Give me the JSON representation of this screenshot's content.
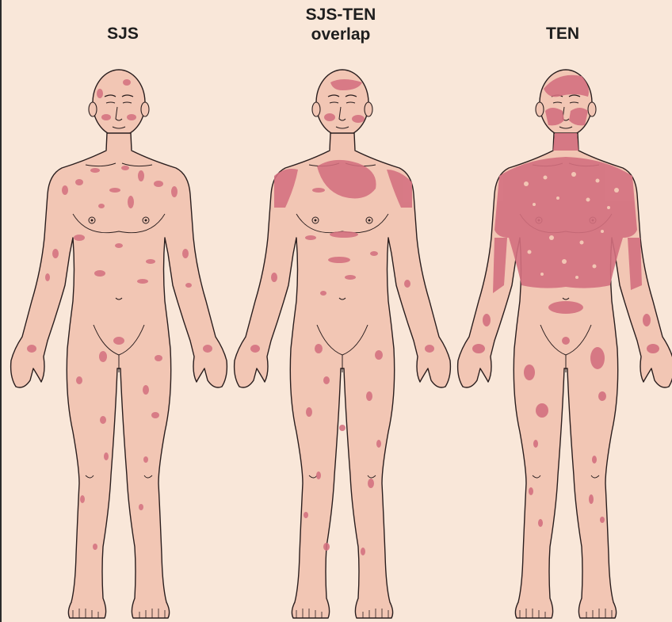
{
  "labels": {
    "sjs": "SJS",
    "overlap_line1": "SJS-TEN",
    "overlap_line2": "overlap",
    "ten": "TEN"
  },
  "colors": {
    "background": "#f9e7d9",
    "skin": "#f2c6b4",
    "outline": "#2a1e1e",
    "lesion": "#d4707f"
  },
  "figures": [
    {
      "key": "sjs",
      "lesion_coverage": "scattered small macules"
    },
    {
      "key": "overlap",
      "lesion_coverage": "confluent patches on upper chest and shoulders"
    },
    {
      "key": "ten",
      "lesion_coverage": "extensive confluent lesions over trunk, face and limbs"
    }
  ]
}
